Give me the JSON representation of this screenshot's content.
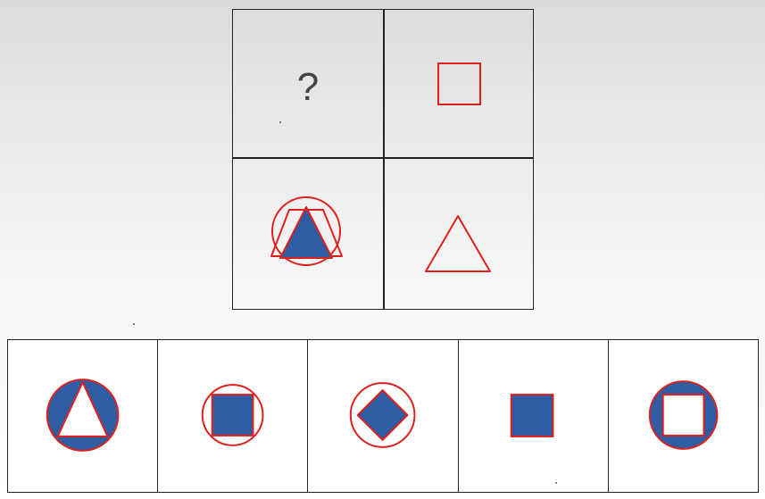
{
  "puzzle": {
    "question_mark": "?",
    "cells": [
      "question-mark",
      "outline-square",
      "filled-triangle-in-arc-circle",
      "outline-triangle"
    ]
  },
  "options": [
    {
      "shape": "triangle-hole-in-filled-arc-circle"
    },
    {
      "shape": "filled-square-with-outline-arcs"
    },
    {
      "shape": "filled-diamond-with-outline-arcs"
    },
    {
      "shape": "filled-square"
    },
    {
      "shape": "square-hole-in-filled-arc-circle"
    }
  ],
  "colors": {
    "fill": "#2f5da3",
    "stroke": "#e0201c",
    "line": "#222222"
  }
}
